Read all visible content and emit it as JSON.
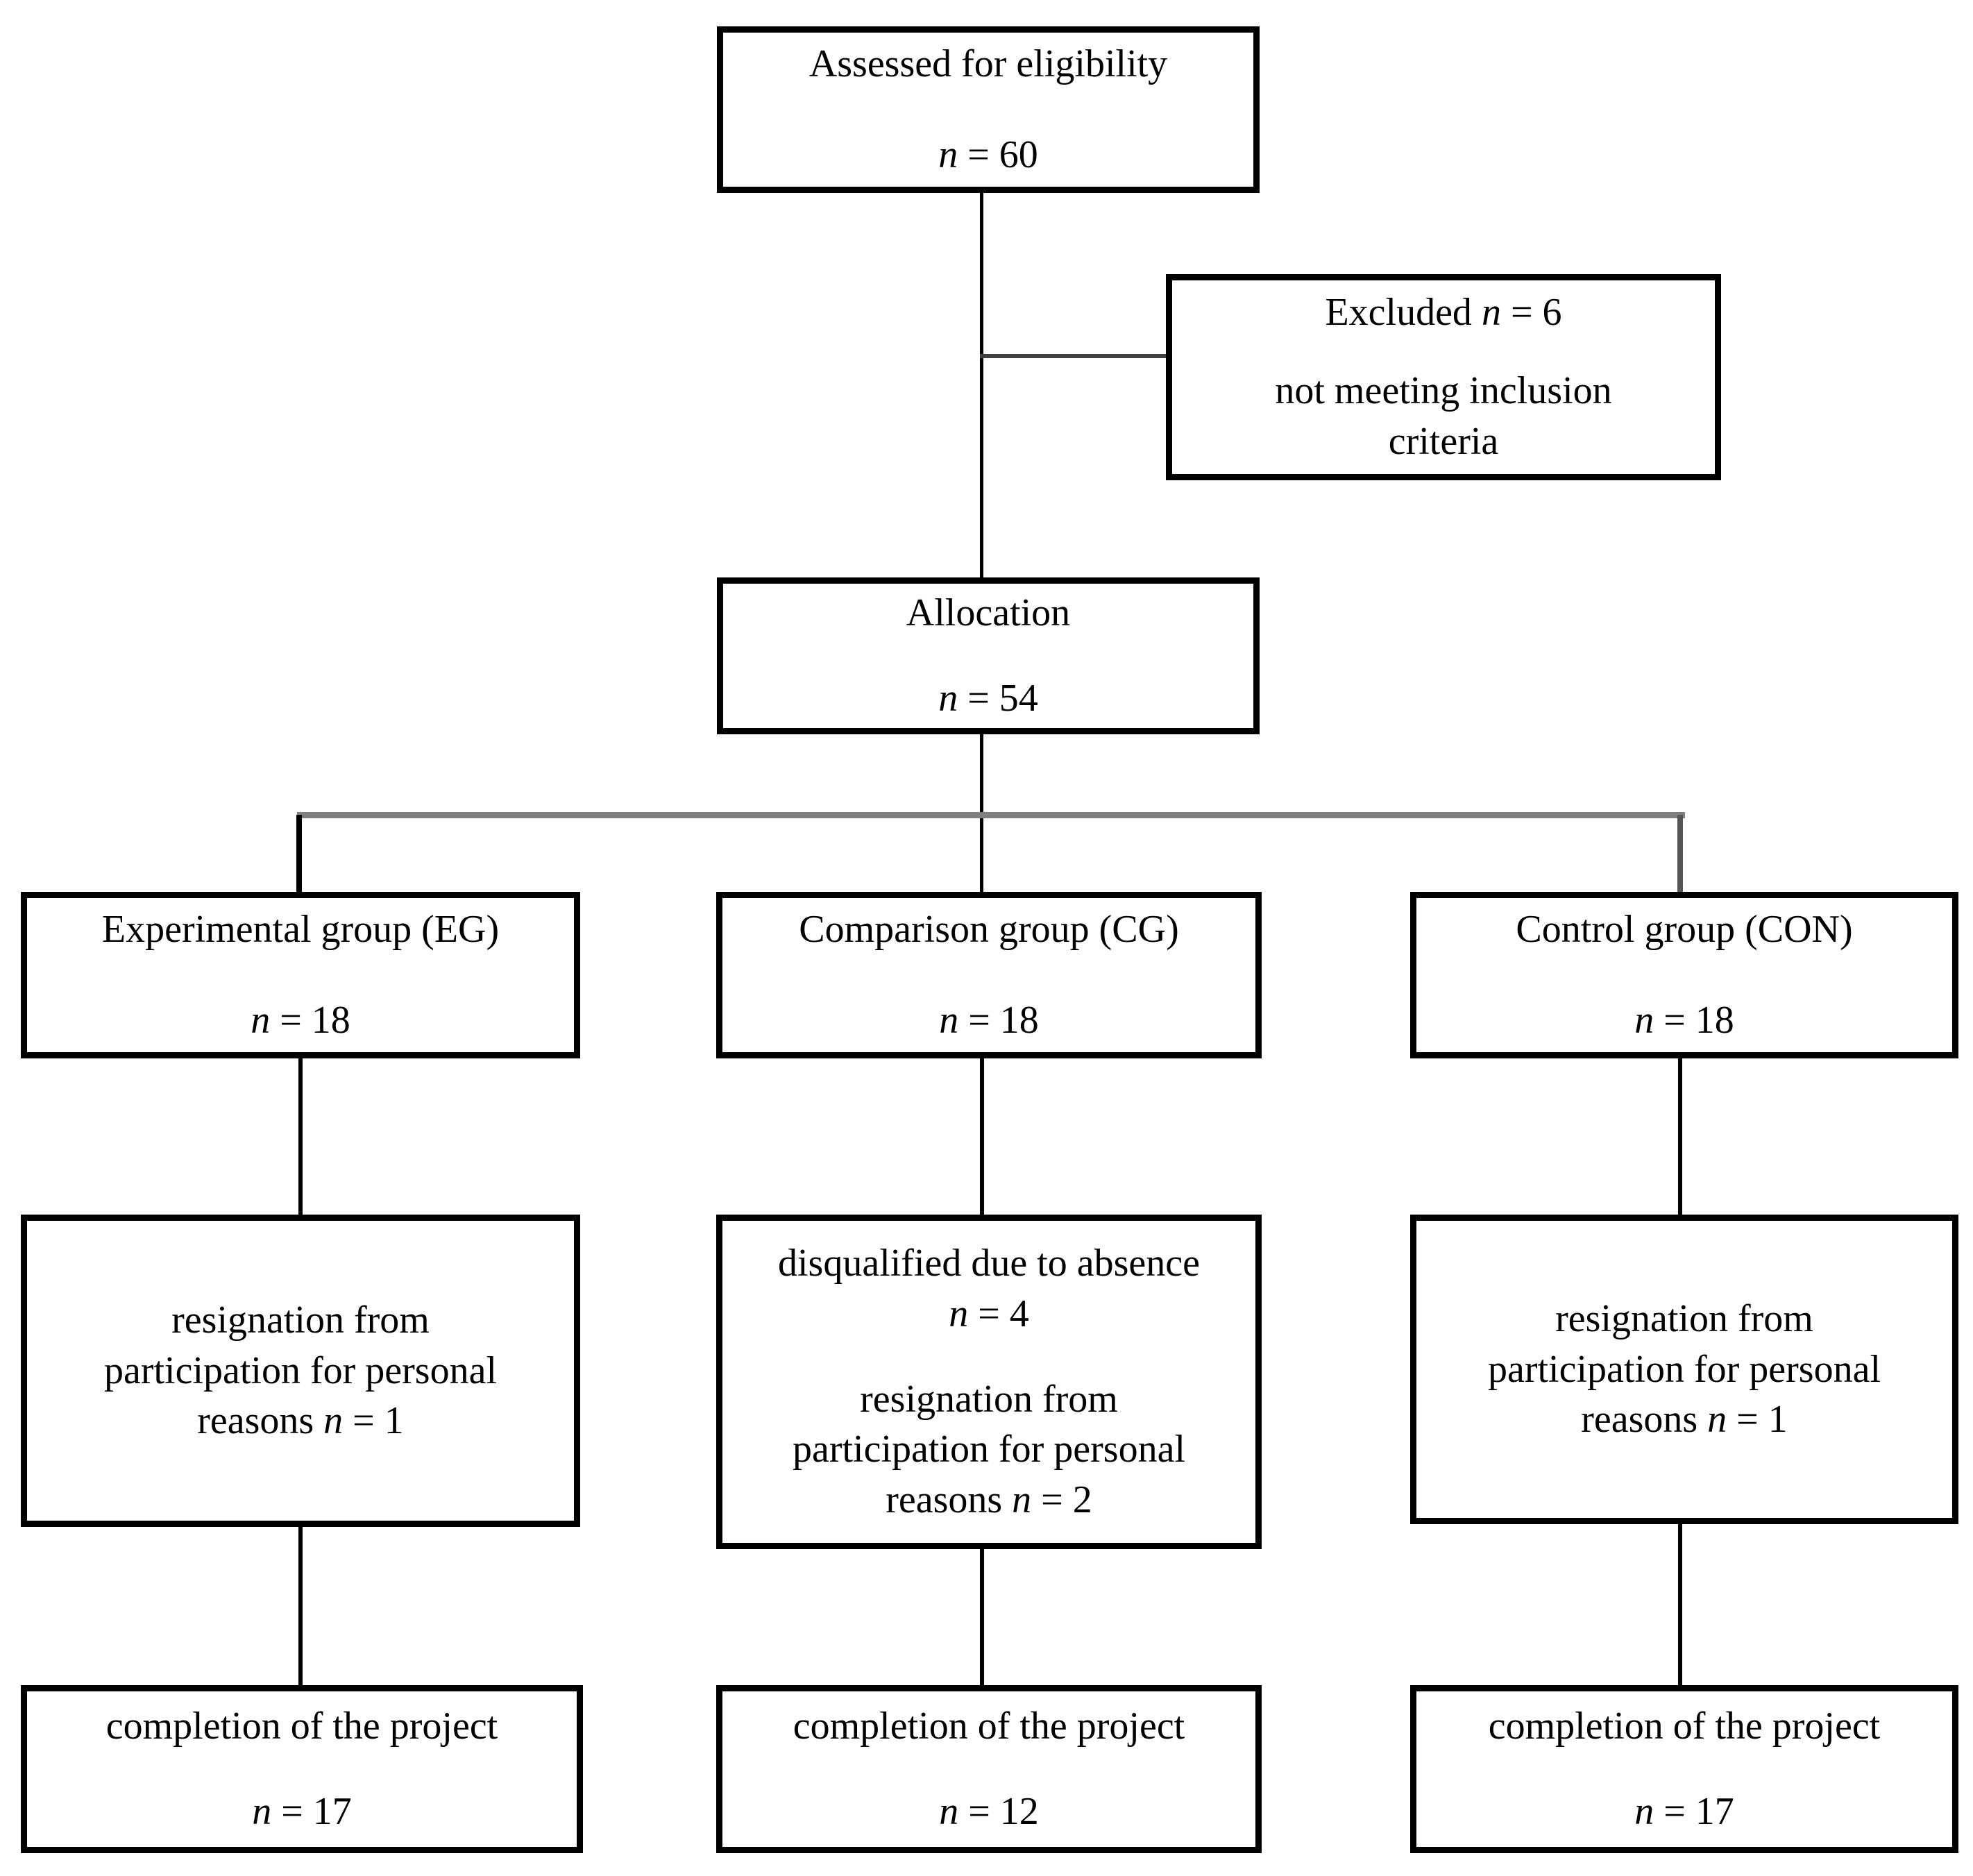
{
  "figure": {
    "type": "participant-flow-diagram",
    "colors": {
      "background": "#ffffff",
      "box_fill": "#ffffff",
      "box_border": "#000000",
      "connector_black": "#000000",
      "connector_gray": "#7f7f7f",
      "text": "#000000"
    }
  },
  "nodes": {
    "assessed": {
      "lines": [
        {
          "pre": "Assessed for eligibility"
        },
        {
          "n": "n",
          "post": " = 60"
        }
      ]
    },
    "excluded": {
      "lines": [
        {
          "pre": "Excluded ",
          "n": "n",
          "post": " = 6"
        },
        {
          "pre": "not meeting inclusion criteria"
        }
      ]
    },
    "allocation": {
      "lines": [
        {
          "pre": "Allocation"
        },
        {
          "n": "n",
          "post": " = 54"
        }
      ]
    },
    "experimental": {
      "lines": [
        {
          "pre": "Experimental group (EG)"
        },
        {
          "n": "n",
          "post": " = 18"
        }
      ]
    },
    "comparison": {
      "lines": [
        {
          "pre": "Comparison group (CG)"
        },
        {
          "n": "n",
          "post": " = 18"
        }
      ]
    },
    "control": {
      "lines": [
        {
          "pre": "Control group (CON)"
        },
        {
          "n": "n",
          "post": " = 18"
        }
      ]
    },
    "experimental_dropout": {
      "lines": [
        {
          "pre": "resignation from participation for personal reasons ",
          "n": "n",
          "post": " = 1"
        }
      ]
    },
    "comparison_dropout": {
      "lines": [
        {
          "pre": "disqualified due to absence ",
          "n": "n",
          "post": " = 4"
        },
        {
          "pre": "resignation from participation for personal reasons ",
          "n": "n",
          "post": " = 2"
        }
      ]
    },
    "control_dropout": {
      "lines": [
        {
          "pre": "resignation from participation for personal reasons ",
          "n": "n",
          "post": " = 1"
        }
      ]
    },
    "experimental_completion": {
      "lines": [
        {
          "pre": "completion of the project"
        },
        {
          "n": "n",
          "post": " = 17"
        }
      ]
    },
    "comparison_completion": {
      "lines": [
        {
          "pre": "completion of the project"
        },
        {
          "n": "n",
          "post": " = 12"
        }
      ]
    },
    "control_completion": {
      "lines": [
        {
          "pre": "completion of the project"
        },
        {
          "n": "n",
          "post": " = 17"
        }
      ]
    }
  }
}
